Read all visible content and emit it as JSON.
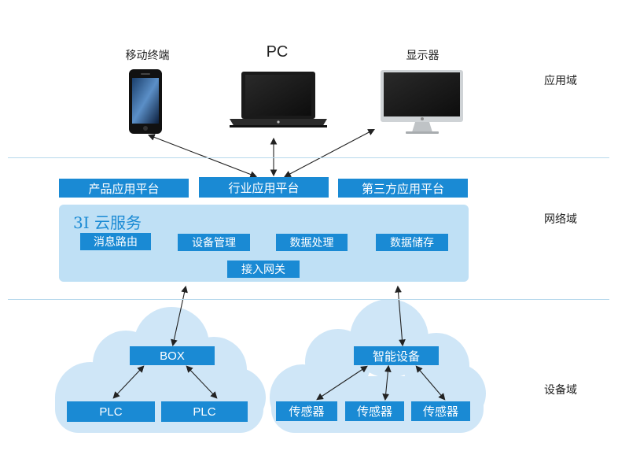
{
  "devices": {
    "mobile_label": "移动终端",
    "pc_label": "PC",
    "display_label": "显示器"
  },
  "domains": {
    "application": "应用域",
    "network": "网络域",
    "device": "设备域"
  },
  "platforms": {
    "product": "产品应用平台",
    "industry": "行业应用平台",
    "third_party": "第三方应用平台"
  },
  "cloud_service": {
    "title": "3I 云服务",
    "modules": [
      "消息路由",
      "设备管理",
      "数据处理",
      "数据储存"
    ],
    "gateway": "接入网关"
  },
  "device_domain": {
    "box": "BOX",
    "plc": [
      "PLC",
      "PLC"
    ],
    "smart_device": "智能设备",
    "sensors": [
      "传感器",
      "传感器",
      "传感器"
    ]
  },
  "colors": {
    "primary_blue": "#1a8ad4",
    "light_panel": "#bfe0f5",
    "cloud": "#cfe6f7",
    "divider": "#b6d8ec"
  }
}
